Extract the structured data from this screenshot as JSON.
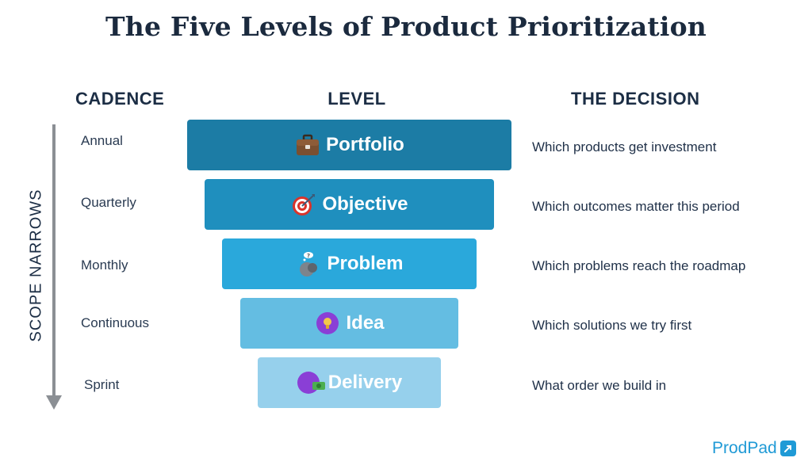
{
  "title": "The Five Levels of Product Prioritization",
  "headers": {
    "cadence": "CADENCE",
    "level": "LEVEL",
    "decision": "THE DECISION"
  },
  "axis_label": "SCOPE NARROWS",
  "levels": [
    {
      "cadence": "Annual",
      "name": "Portfolio",
      "decision": "Which products get investment",
      "icon": "briefcase-icon",
      "color": "#1c7ca5"
    },
    {
      "cadence": "Quarterly",
      "name": "Objective",
      "decision": "Which outcomes matter this period",
      "icon": "target-icon",
      "color": "#1f8fbe"
    },
    {
      "cadence": "Monthly",
      "name": "Problem",
      "decision": "Which problems reach the roadmap",
      "icon": "thinking-head-icon",
      "color": "#2aa8db"
    },
    {
      "cadence": "Continuous",
      "name": "Idea",
      "decision": "Which solutions we try first",
      "icon": "lightbulb-icon",
      "color": "#64bde2"
    },
    {
      "cadence": "Sprint",
      "name": "Delivery",
      "decision": "What order we build in",
      "icon": "delivery-icon",
      "color": "#96d0ec"
    }
  ],
  "brand": {
    "name": "ProdPad",
    "color": "#1f9ad6",
    "icon": "prodpad-logo-icon"
  }
}
